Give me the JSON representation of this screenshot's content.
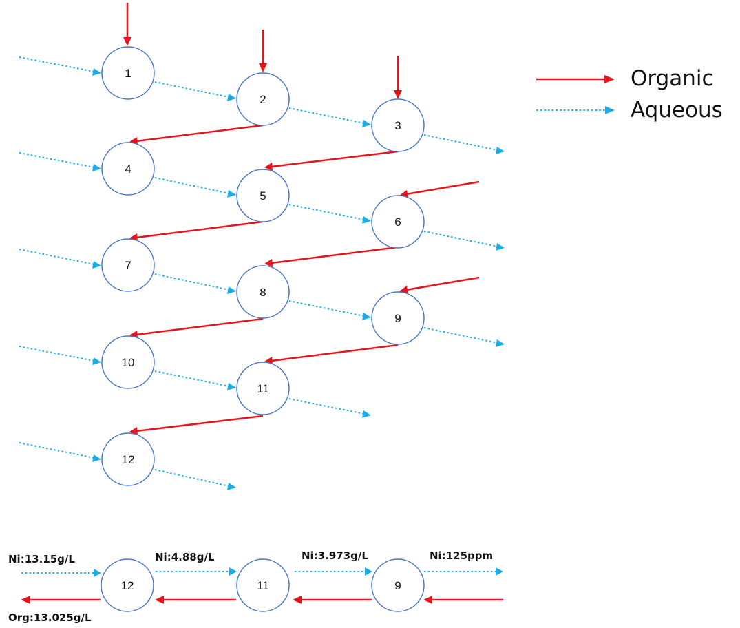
{
  "stages": {
    "s1": "1",
    "s2": "2",
    "s3": "3",
    "s4": "4",
    "s5": "5",
    "s6": "6",
    "s7": "7",
    "s8": "8",
    "s9": "9",
    "s10": "10",
    "s11": "11",
    "s12": "12"
  },
  "legend": {
    "organic": "Organic",
    "aqueous": "Aqueous"
  },
  "colors": {
    "organic": "#e8141b",
    "aqueous": "#1aace6",
    "node_stroke": "#4a76c6"
  },
  "summary": {
    "nodes": [
      "12",
      "11",
      "9"
    ],
    "aq_feed": "Ni:13.15g/L",
    "aq_after_12": "Ni:4.88g/L",
    "aq_after_11": "Ni:3.973g/L",
    "aq_out": "Ni:125ppm",
    "org_out": "Org:13.025g/L"
  }
}
